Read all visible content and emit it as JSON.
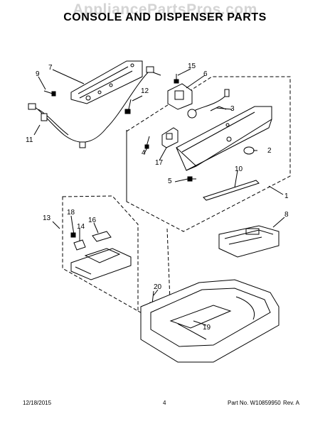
{
  "watermark": "AppliancePartsPros.com",
  "title": "CONSOLE AND DISPENSER PARTS",
  "callouts": {
    "c1": "1",
    "c2": "2",
    "c3": "3",
    "c4": "4",
    "c5": "5",
    "c6": "6",
    "c7": "7",
    "c8": "8",
    "c9": "9",
    "c10": "10",
    "c11": "11",
    "c12": "12",
    "c13": "13",
    "c14": "14",
    "c15": "15",
    "c16": "16",
    "c17": "17",
    "c18": "18",
    "c19": "19",
    "c20": "20"
  },
  "footer": {
    "date": "12/18/2015",
    "page": "4",
    "part_no": "Part No. W10859950",
    "rev": "Rev. A"
  }
}
